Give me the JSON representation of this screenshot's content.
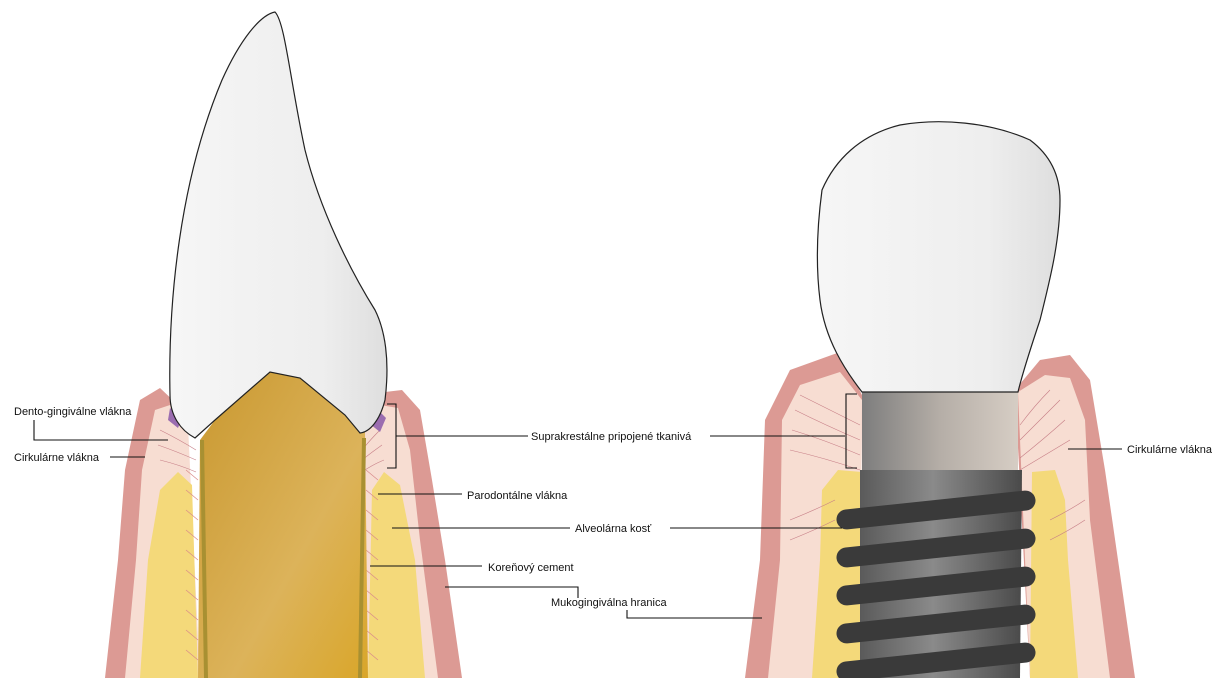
{
  "labels": {
    "dento_gingival_fibers": "Dento-gingiválne vlákna",
    "circular_fibers_left": "Cirkulárne vlákna",
    "supracrestal_tissue": "Suprakrestálne pripojené tkanivá",
    "periodontal_fibers": "Parodontálne vlákna",
    "alveolar_bone": "Alveolárna kosť",
    "root_cementum": "Koreňový cement",
    "mucogingival_junction": "Mukogingiválna hranica",
    "circular_fibers_right": "Cirkulárne vlákna"
  },
  "colors": {
    "gingiva_outer": "#dc9a94",
    "gingiva_inner": "#f7ddd2",
    "bone": "#f4d97a",
    "root": "#dcaa3e",
    "crown": "#f4f4f4",
    "abutment": "#b8b0a8",
    "implant": "#4a4a4a",
    "fibers": "#c77f87",
    "dento_gingival": "#9b6db0"
  }
}
